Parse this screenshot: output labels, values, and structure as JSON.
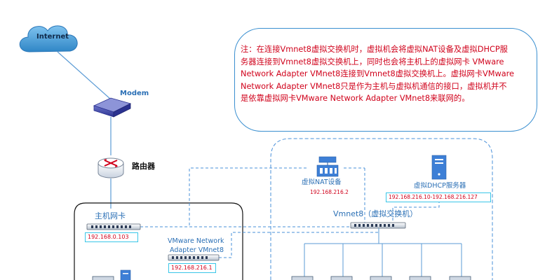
{
  "nodes": {
    "internet": "Internet",
    "modem": "Modem",
    "router": "路由器",
    "host_nic": "主机网卡",
    "host_nic_ip": "192.168.0.103",
    "vmnet8_adapter_line1": "VMware Network",
    "vmnet8_adapter_line2": "Adapter VMnet8",
    "vmnet8_adapter_ip": "192.168.216.1",
    "nat_device": "虚拟NAT设备",
    "nat_device_ip": "192.168.216.2",
    "dhcp_server": "虚拟DHCP服务器",
    "dhcp_range": "192.168.216.10-192.168.216.127",
    "vmnet8_switch": "Vmnet8（虚拟交换机）"
  },
  "note": {
    "lines": [
      "注：在连接Vmnet8虚拟交换机时，虚拟机会将虚拟NAT设备及虚拟DHCP服",
      "务器连接到Vmnet8虚拟交换机上，同时也会将主机上的虚拟网卡 VMware",
      "Network Adapter VMnet8连接到Vmnet8虚拟交换机上。虚拟网卡VMware",
      "Network Adapter VMnet8只是作为主机与虚拟机通信的接口，虚拟机并不",
      "是依靠虚拟网卡VMware Network Adapter VMnet8来联网的。"
    ]
  },
  "colors": {
    "brand_blue": "#2a6fb5",
    "label_red": "#d0021b",
    "cyan_box": "#39c6e8",
    "dashed_blue": "#4a90d9",
    "line_blue": "#5b9bd5"
  }
}
